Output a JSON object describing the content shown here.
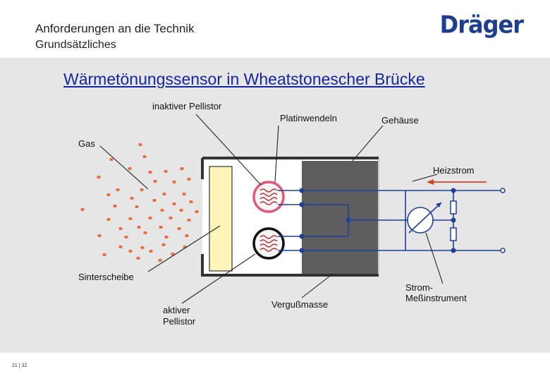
{
  "header": {
    "title_line1": "Anforderungen an die Technik",
    "title_line2": "Grundsätzliches",
    "logo_text": "Dräger"
  },
  "slide": {
    "title": "Wärmetönungssensor in Wheatstonescher Brücke",
    "page_number": "21 | 32"
  },
  "labels": {
    "inaktiver_pellistor": "inaktiver Pellistor",
    "platinwendeln": "Platinwendeln",
    "gehaeuse": "Gehäuse",
    "gas": "Gas",
    "heizstrom": "Heizstrom",
    "sinterscheibe": "Sinterscheibe",
    "aktiver_pellistor_1": "aktiver",
    "aktiver_pellistor_2": "Pellistor",
    "vergussmasse": "Vergußmasse",
    "strom_1": "Strom-",
    "strom_2": "Meßinstrument"
  },
  "colors": {
    "brand_blue": "#1e3f8f",
    "title_blue": "#15269e",
    "wire_blue": "#1f3f9a",
    "particle_orange": "#e8703a",
    "inactive_pink": "#e05a78",
    "arrow_red": "#d94020",
    "potting_gray": "#5e5e5e",
    "sinter_yellow": "#fff5b8"
  }
}
